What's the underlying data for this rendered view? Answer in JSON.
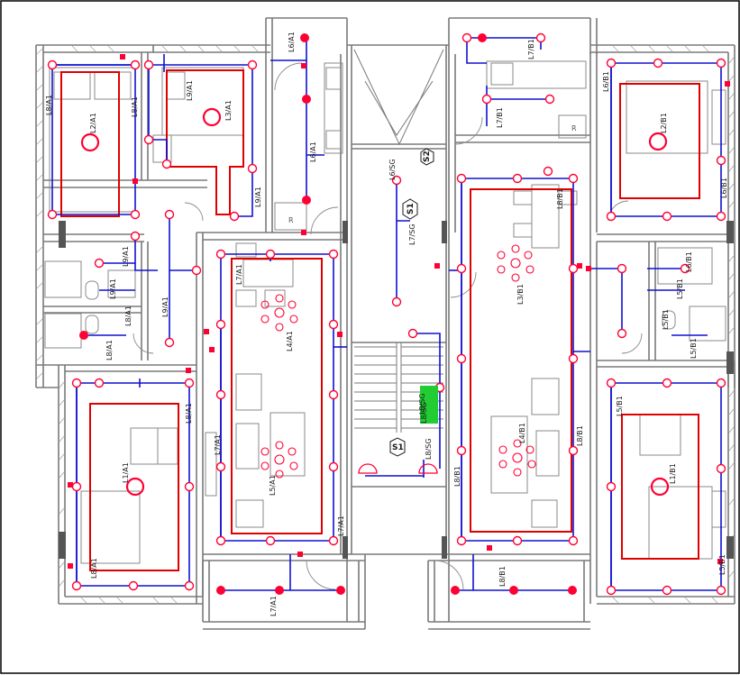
{
  "colors": {
    "wall": "#7a7a7a",
    "hatch": "#9a9a9a",
    "circuit": "#1010d0",
    "fixture": "#ff0033",
    "room_outline": "#e00000",
    "label": "#1a1a1a",
    "exit_sign": "#22cc33"
  },
  "circuits": {
    "l8a1_left": "L8/A1",
    "l2a1": "L2/A1",
    "l8a1_mid": "L8/A1",
    "l9a1_top": "L9/A1",
    "l3a1": "L3/A1",
    "l9a1_right": "L9/A1",
    "l6a1_top": "L6/A1",
    "l6a1_mid": "L6/A1",
    "l9a1_bath": "L9/A1",
    "l9a1_bath2": "L9/A1",
    "l8a1_bath": "L8/A1",
    "l9a1_corr": "L9/A1",
    "l8a1_hall": "L8/A1",
    "l7a1_dining": "L7/A1",
    "l4a1": "L4/A1",
    "l8a1_bed": "L8/A1",
    "l7a1_wall": "L7/A1",
    "l1a1": "L1/A1",
    "l8a1_low": "L8/A1",
    "l5a1": "L5/A1",
    "l7a1_right": "L7/A1",
    "l7a1_balcony": "L7/A1",
    "l6sg": "L6/SG",
    "l7sg": "L7/SG",
    "l8sg_top": "L8/SG",
    "l8sg_low": "L8/SG",
    "l7b1_top": "L7/B1",
    "l7b1_kitchen": "L7/B1",
    "l6b1_top": "L6/B1",
    "l2b1": "L2/B1",
    "l6b1_mid": "L6/B1",
    "l8b1_dining": "L8/B1",
    "l3b1": "L3/B1",
    "l6b1_corr": "L6/B1",
    "l5b1_bath": "L5/B1",
    "l5b1_bath2": "L5/B1",
    "l5b1_hall": "L5/B1",
    "l4b1": "L4/B1",
    "l5b1_bed": "L5/B1",
    "l8b1_wall": "L8/B1",
    "l8b1_left": "L8/B1",
    "l1b1": "L1/B1",
    "l5b1_low": "L5/B1",
    "l8b1_balcony": "L8/B1"
  },
  "stair_markers": {
    "s2": "S2",
    "s1_mid": "S1",
    "s1_low": "S1"
  },
  "appliance_marks": {
    "fridge_left": "R",
    "fridge_right": "R"
  },
  "exit_sign": "L8/SG"
}
